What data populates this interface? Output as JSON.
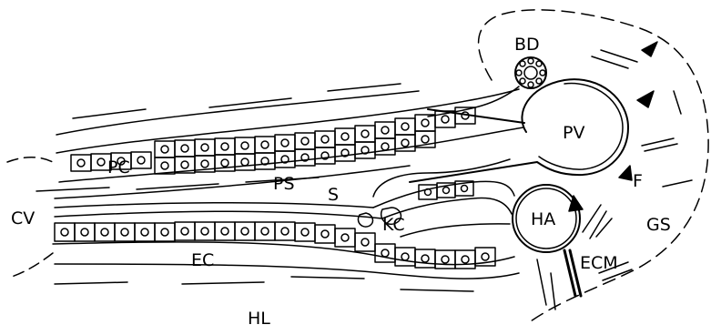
{
  "labels": {
    "bd": "BD",
    "pv": "PV",
    "pc": "PC",
    "ps": "PS",
    "s": "S",
    "cv": "CV",
    "kc": "KC",
    "ha": "HA",
    "f": "F",
    "gs": "GS",
    "ec": "EC",
    "ecm": "ECM",
    "hl": "HL"
  }
}
